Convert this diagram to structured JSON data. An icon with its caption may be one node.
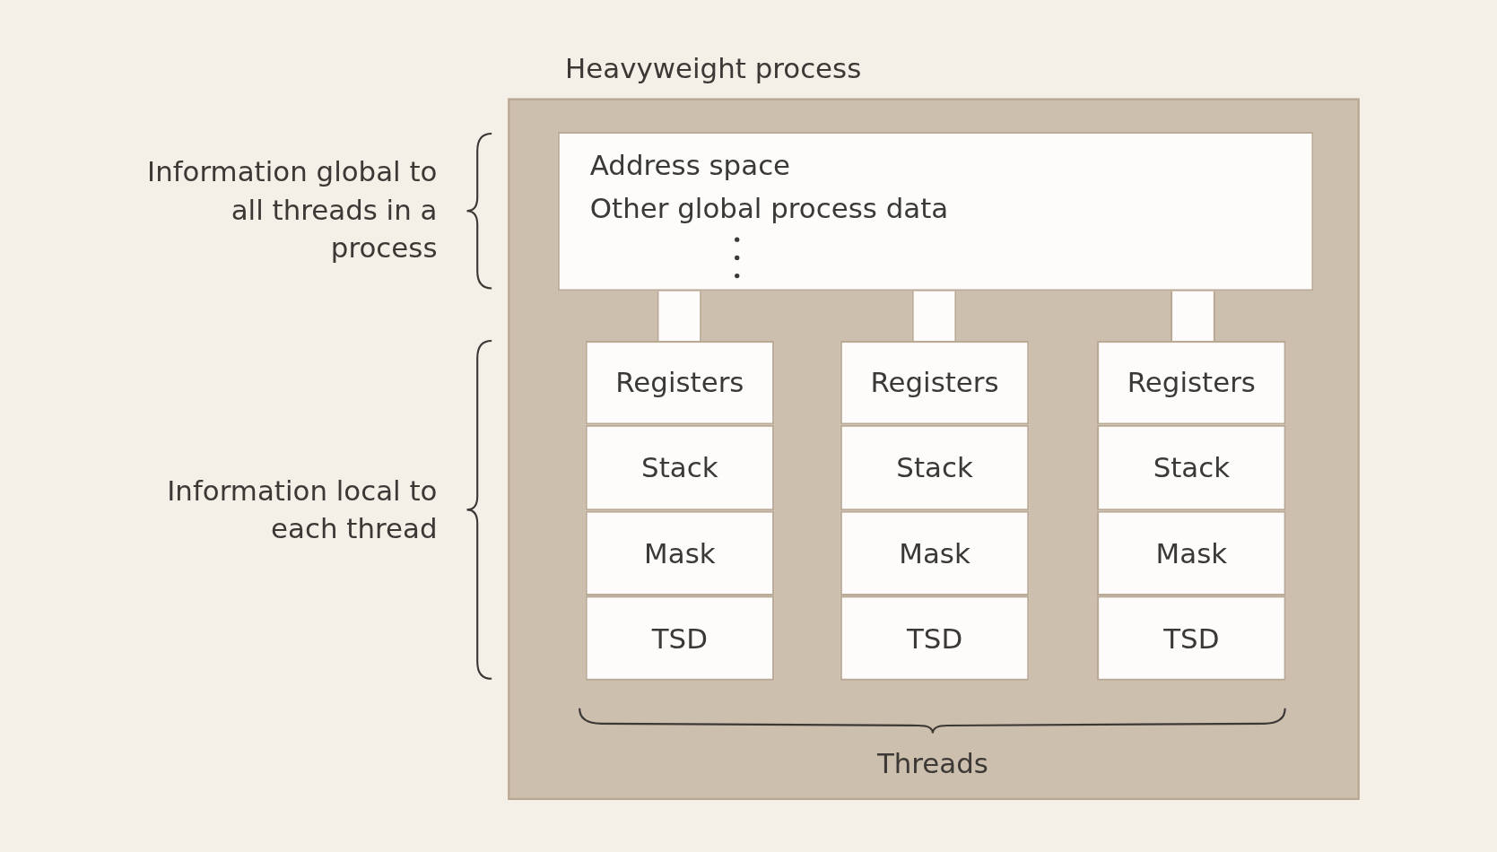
{
  "diagram": {
    "nodes": [
      {
        "text": [
          "Heavyweight process"
        ]
      },
      {
        "text": [
          "Address space",
          "Other global process data"
        ],
        "in": 0
      },
      {
        "text": [
          "Registers"
        ],
        "in": 0
      },
      {
        "text": [
          "Registers"
        ],
        "in": 0
      },
      {
        "text": [
          "Registers"
        ],
        "in": 0
      },
      {
        "text": [
          "Stack"
        ],
        "in": 0
      },
      {
        "text": [
          "Stack"
        ],
        "in": 0
      },
      {
        "text": [
          "Stack"
        ],
        "in": 0
      },
      {
        "text": [
          "Mask"
        ],
        "in": 0
      },
      {
        "text": [
          "Mask"
        ],
        "in": 0
      },
      {
        "text": [
          "Mask"
        ],
        "in": 0
      },
      {
        "text": [
          "TSD"
        ],
        "in": 0
      },
      {
        "text": [
          "TSD"
        ],
        "in": 0
      },
      {
        "text": [
          "TSD"
        ],
        "in": 0
      }
    ],
    "edges": [],
    "labels": [
      "Information global to all threads in a process",
      "Information local to each thread",
      "Threads"
    ]
  }
}
